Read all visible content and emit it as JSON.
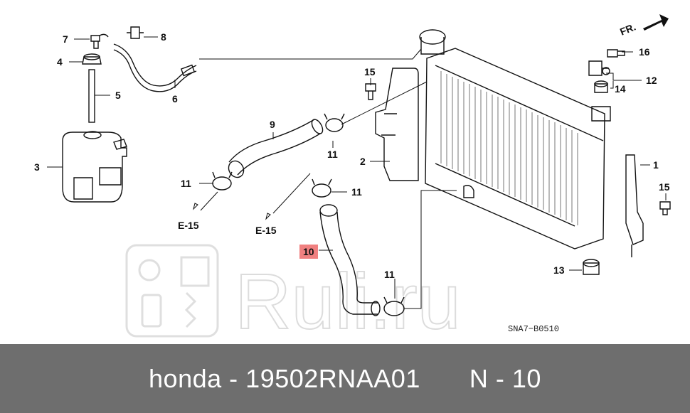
{
  "diagram": {
    "orientation_label": "FR.",
    "diagram_code": "SNA7−B0510",
    "watermark": "Ruli.ru",
    "callouts": {
      "c1": "1",
      "c2": "2",
      "c3": "3",
      "c4": "4",
      "c5": "5",
      "c6": "6",
      "c7": "7",
      "c8": "8",
      "c9": "9",
      "c10": "10",
      "c11a": "11",
      "c11b": "11",
      "c11c": "11",
      "c11d": "11",
      "c12": "12",
      "c13": "13",
      "c14": "14",
      "c15a": "15",
      "c15b": "15",
      "c16": "16"
    },
    "refs": {
      "e15a": "E-15",
      "e15b": "E-15"
    },
    "highlight_color": "#f08080"
  },
  "footer": {
    "brand": "honda",
    "sep1": "-",
    "part_number": "19502RNAA01",
    "position": "N",
    "sep2": "-",
    "position_number": "10"
  }
}
